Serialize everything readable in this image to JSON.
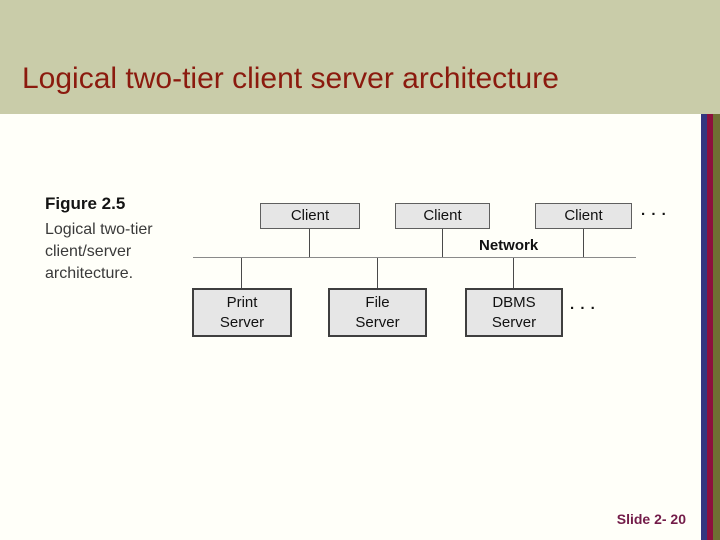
{
  "header": {
    "title": "Logical two-tier client server architecture"
  },
  "figure": {
    "caption": {
      "title": "Figure 2.5",
      "lines": [
        "Logical two-tier",
        "client/server",
        "architecture."
      ]
    },
    "network_label": "Network",
    "clients": [
      {
        "label": "Client"
      },
      {
        "label": "Client"
      },
      {
        "label": "Client"
      }
    ],
    "servers": [
      {
        "line1": "Print",
        "line2": "Server"
      },
      {
        "line1": "File",
        "line2": "Server"
      },
      {
        "line1": "DBMS",
        "line2": "Server"
      }
    ],
    "clients_ellipsis": ". . .",
    "servers_ellipsis": ". . ."
  },
  "footer": {
    "slide_number": "Slide 2- 20"
  },
  "colors": {
    "header_band": "#C9CCA9",
    "title_text": "#8B1A0E",
    "box_fill": "#E6E6E6",
    "box_border": "#3F3F3F",
    "stripe_blue": "#34367F",
    "stripe_maroon": "#8D0F3D",
    "stripe_olive": "#6F6E33",
    "slide_number_text": "#731C49"
  }
}
